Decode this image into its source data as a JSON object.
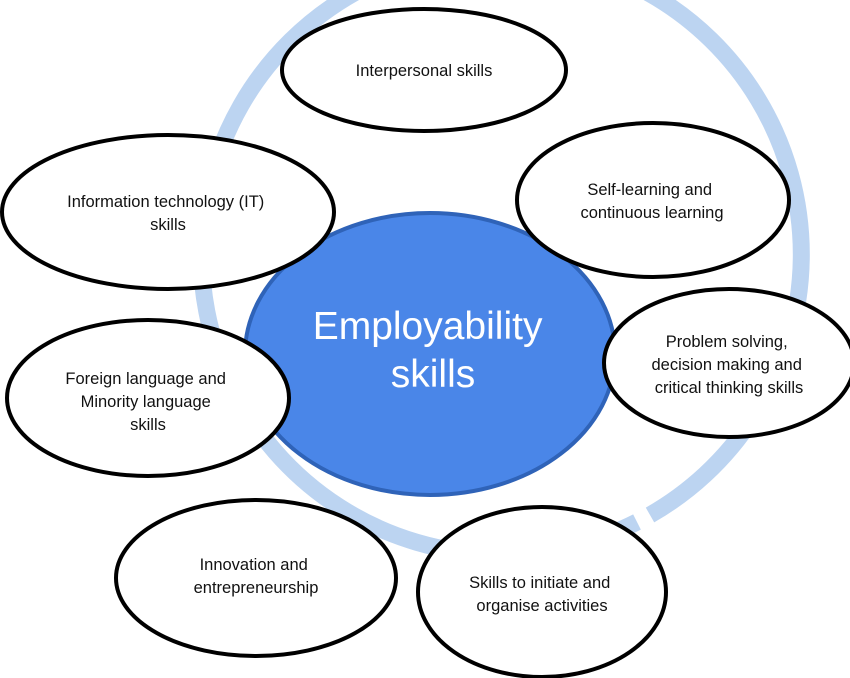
{
  "center": {
    "lines": [
      "Employability",
      "skills"
    ]
  },
  "nodes": [
    {
      "id": "interpersonal",
      "lines": [
        "Interpersonal skills"
      ]
    },
    {
      "id": "self-learning",
      "lines": [
        "Self-learning and",
        "continuous learning"
      ]
    },
    {
      "id": "problem-solving",
      "lines": [
        "Problem solving,",
        "decision making and",
        "critical thinking skills"
      ]
    },
    {
      "id": "initiate-organise",
      "lines": [
        "Skills to initiate and",
        "organise activities"
      ]
    },
    {
      "id": "innovation",
      "lines": [
        "Innovation and",
        "entrepreneurship"
      ]
    },
    {
      "id": "foreign-language",
      "lines": [
        "Foreign language and",
        "Minority language",
        "skills"
      ]
    },
    {
      "id": "information-technology",
      "lines": [
        "Information technology (IT)",
        "skills"
      ]
    }
  ],
  "colors": {
    "center_fill": "#4a86e8",
    "center_stroke": "#2f63b8",
    "ring": "#bcd4f1",
    "node_fill": "#ffffff",
    "node_stroke": "#000000"
  }
}
